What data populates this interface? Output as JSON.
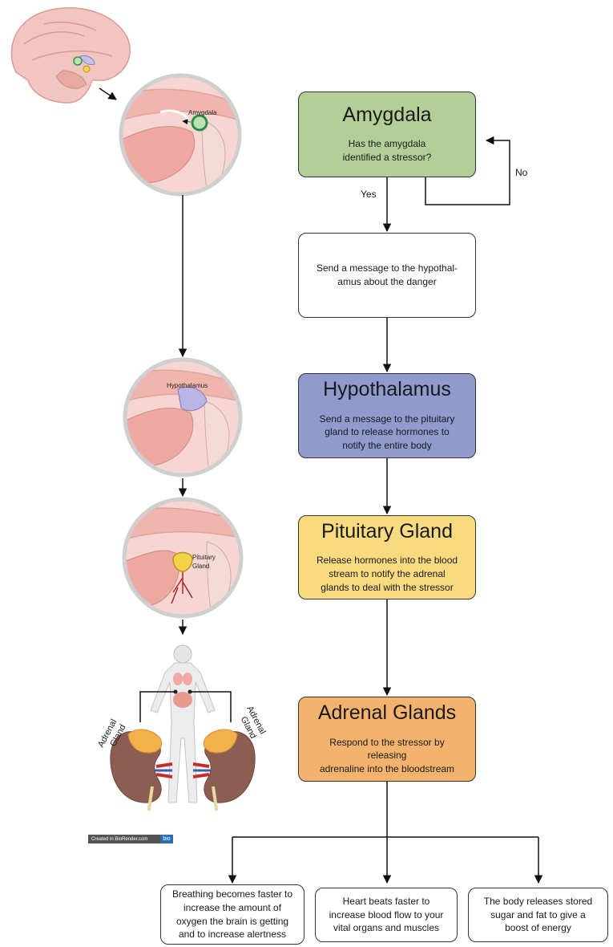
{
  "nodes": {
    "amygdala": {
      "title": "Amygdala",
      "desc": "Has the amygdala\nidentified a stressor?",
      "color": "#b3cf98"
    },
    "message": {
      "desc": "Send a message to the hypothal-\namus about the danger"
    },
    "hypothalamus": {
      "title": "Hypothalamus",
      "desc": "Send a message to the pituitary\ngland to release hormones to\nnotify the entire body",
      "color": "#8f9bcc"
    },
    "pituitary": {
      "title": "Pituitary Gland",
      "desc": "Release hormones into the blood\nstream to notify the adrenal\nglands to deal with the stressor",
      "color": "#f8da7f"
    },
    "adrenal": {
      "title": "Adrenal Glands",
      "desc": "Respond to the stressor by releasing\nadrenaline into the bloodstream",
      "color": "#f3b26e"
    }
  },
  "edges": {
    "yes_label": "Yes",
    "no_label": "No"
  },
  "outcomes": [
    {
      "text": "Breathing becomes faster to\nincrease the amount of\noxygen the brain is getting\nand to increase alertness"
    },
    {
      "text": "Heart beats faster to\nincrease blood flow to your\nvital organs and muscles"
    },
    {
      "text": "The body releases stored\nsugar and fat to give a\nboost of energy"
    }
  ],
  "illustrations": {
    "amygdala_label": "Amygdala",
    "hypothalamus_label": "Hypothalamus",
    "pituitary_label": "Pituitary\nGland",
    "adrenal_left_label": "Adrenal\nGland",
    "adrenal_right_label": "Adrenal\nGland",
    "credit": "Created in BioRender.com",
    "credit_logo": "bio"
  }
}
